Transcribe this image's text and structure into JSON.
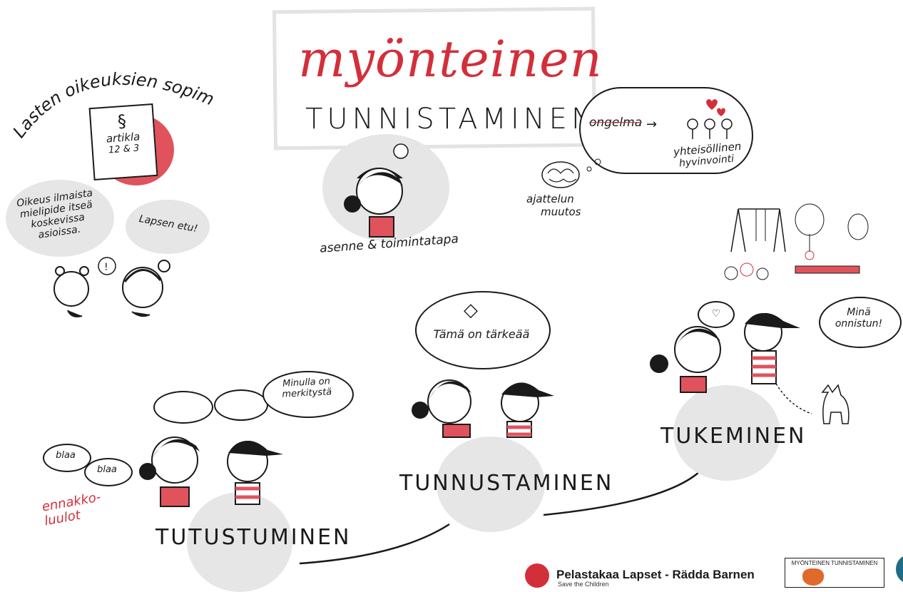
{
  "title": {
    "line1": "myönteinen",
    "line2": "TUNNISTAMINEN"
  },
  "top_left": {
    "arc_text": "Lasten oikeuksien sopimus",
    "doc_symbol": "§",
    "doc_line1": "artikla",
    "doc_line2": "12 & 3",
    "bubble_left": "Oikeus ilmaista mielipide itseä koskevissa asioissa.",
    "bubble_right": "Lapsen etu!",
    "exclaim": "!"
  },
  "center_top": {
    "caption": "asenne & toimintatapa"
  },
  "thought": {
    "struck": "ongelma",
    "arrow": "→",
    "result_line1": "yhteisöllinen",
    "result_line2": "hyvinvointi",
    "brain_caption_line1": "ajattelun",
    "brain_caption_line2": "muutos"
  },
  "stages": {
    "first": "TUTUSTUMINEN",
    "second": "TUNNUSTAMINEN",
    "third": "TUKEMINEN"
  },
  "bubbles": {
    "minulla": "Minulla on merkitystä",
    "blaa1": "blaa",
    "blaa2": "blaa",
    "ennakko": "ennakko- luulot",
    "tama": "Tämä on tärkeää",
    "mina": "Minä onnistun!"
  },
  "logos": {
    "org_name": "Pelastakaa Lapset - Rädda Barnen",
    "org_sub": "Save the Children",
    "badge_title": "MYÖNTEINEN TUNNISTAMINEN"
  },
  "colors": {
    "accent_red": "#d32f3b",
    "disc_gray": "#e6e6e6",
    "ink": "#1a1a1a"
  }
}
